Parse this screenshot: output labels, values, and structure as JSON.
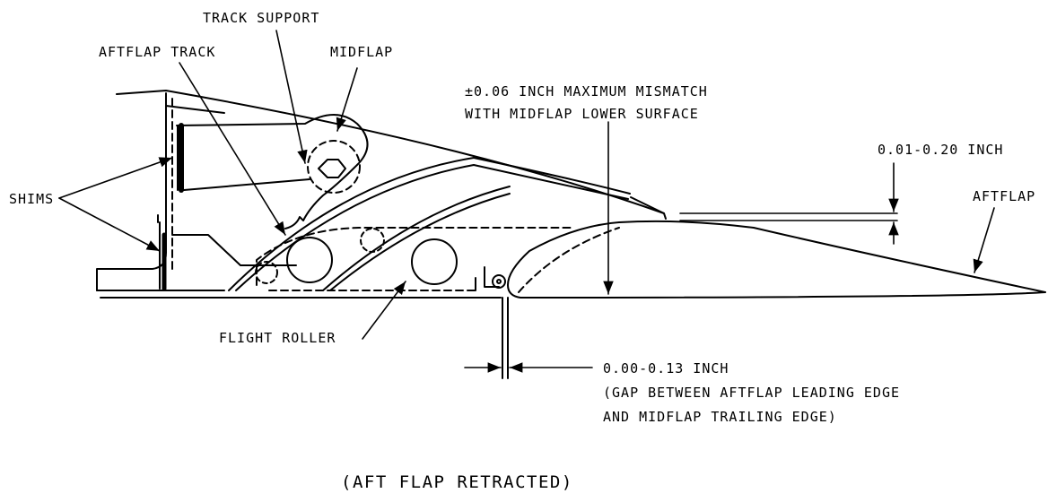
{
  "labels": {
    "track_support": "TRACK SUPPORT",
    "aftflap_track": "AFTFLAP TRACK",
    "midflap": "MIDFLAP",
    "mismatch_line1": "±0.06 INCH MAXIMUM MISMATCH",
    "mismatch_line2": "WITH MIDFLAP LOWER SURFACE",
    "gap_top_dim": "0.01-0.20 INCH",
    "aftflap": "AFTFLAP",
    "shims": "SHIMS",
    "flight_roller": "FLIGHT ROLLER",
    "gap_le_line1": "0.00-0.13 INCH",
    "gap_le_line2": "(GAP BETWEEN AFTFLAP LEADING EDGE",
    "gap_le_line3": "AND MIDFLAP TRAILING EDGE)"
  },
  "caption": "(AFT FLAP RETRACTED)",
  "colors": {
    "ink": "#000000",
    "background": "#ffffff"
  }
}
